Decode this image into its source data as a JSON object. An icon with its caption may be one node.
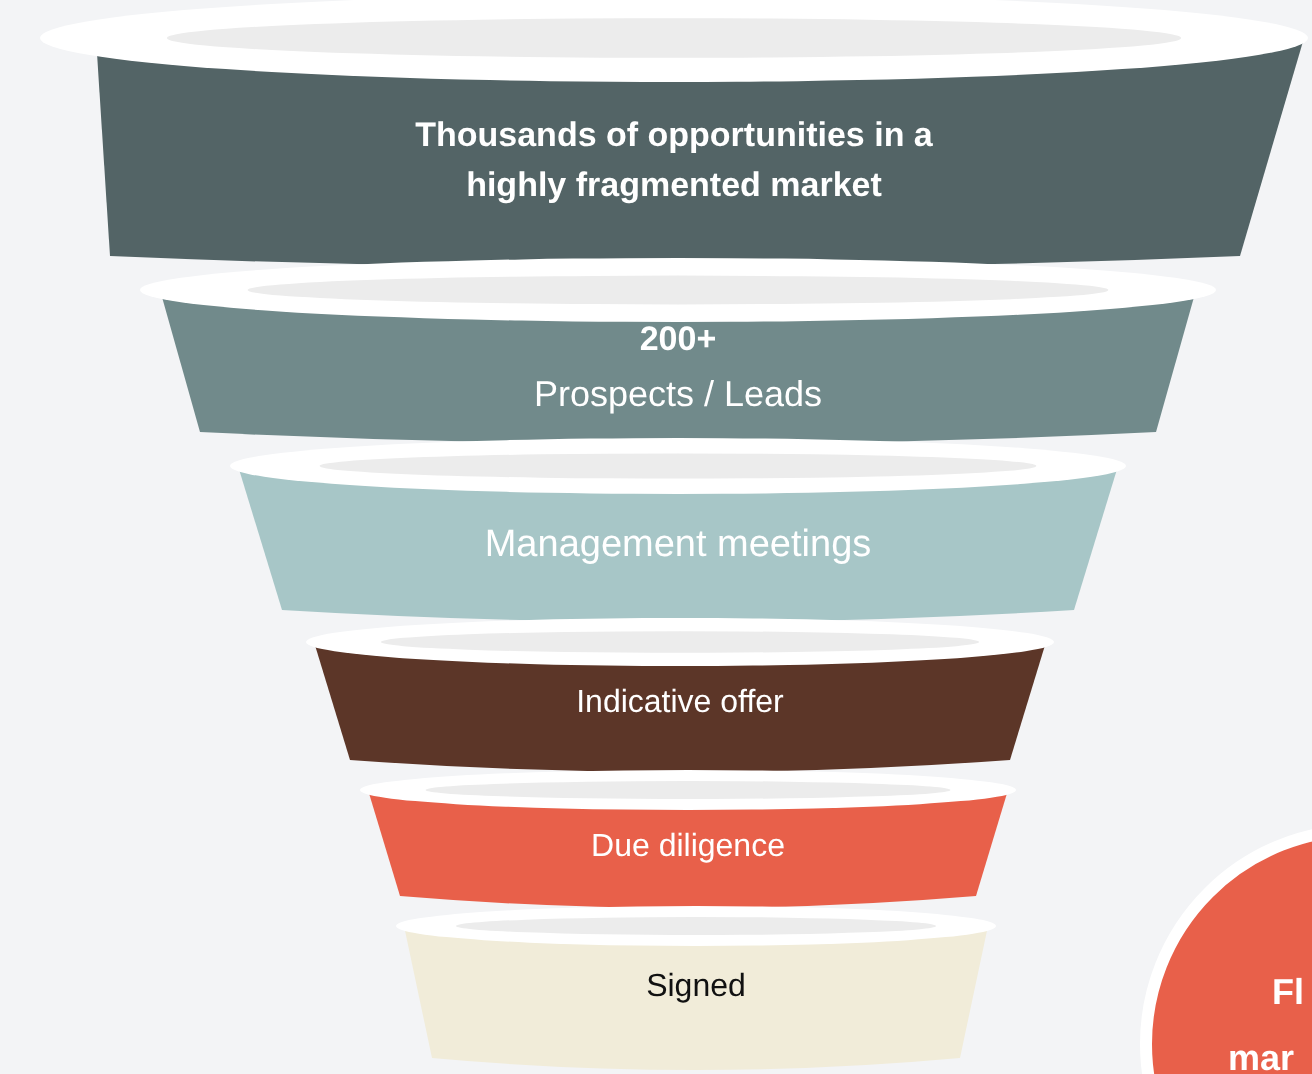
{
  "diagram": {
    "nodes": [
      {
        "text": [
          "Thousands of opportunities in a highly fragmented market"
        ]
      },
      {
        "text": [
          "200+",
          "Prospects / Leads"
        ]
      },
      {
        "text": [
          "Management meetings"
        ]
      },
      {
        "text": [
          "Indicative offer"
        ]
      },
      {
        "text": [
          "Due diligence"
        ]
      },
      {
        "text": [
          "Signed"
        ]
      },
      {
        "text": [
          "Fl",
          "mar"
        ]
      }
    ]
  }
}
